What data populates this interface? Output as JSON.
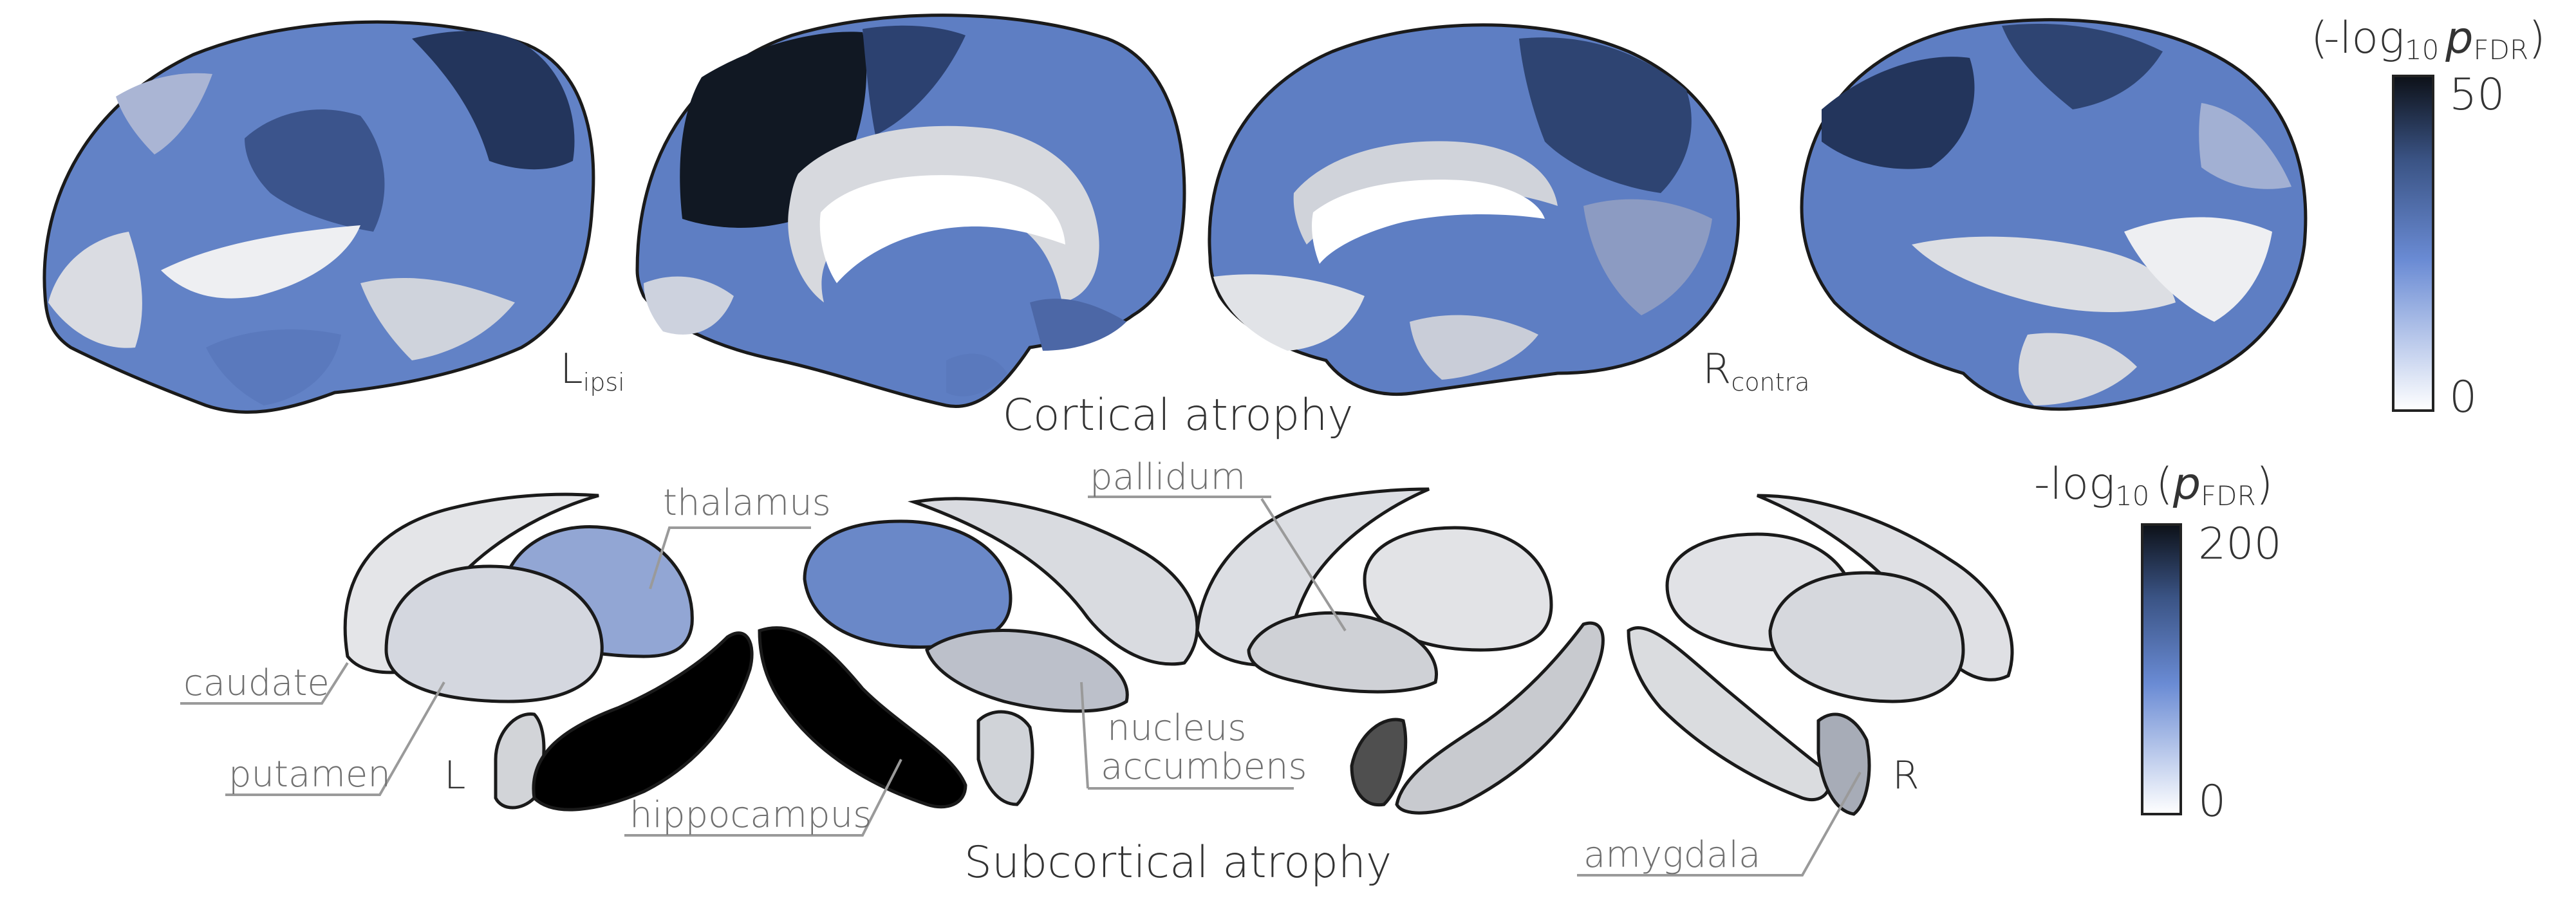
{
  "cortical": {
    "title": "Cortical atrophy",
    "hemi_left": {
      "base": "L",
      "sub": "ipsi"
    },
    "hemi_right": {
      "base": "R",
      "sub": "contra"
    },
    "colorbar": {
      "label_prefix": "-log",
      "label_sub": "10",
      "label_p": "p",
      "label_fdr": "FDR",
      "max": "50",
      "min": "0"
    }
  },
  "subcortical": {
    "title": "Subcortical atrophy",
    "side_left": "L",
    "side_right": "R",
    "labels": {
      "thalamus": "thalamus",
      "caudate": "caudate",
      "putamen": "putamen",
      "hippocampus": "hippocampus",
      "pallidum": "pallidum",
      "nucleus": "nucleus",
      "accumbens": "accumbens",
      "amygdala": "amygdala"
    },
    "colorbar": {
      "label_prefix": "-log",
      "label_sub": "10",
      "label_p": "p",
      "label_fdr": "FDR",
      "max": "200",
      "min": "0"
    }
  },
  "colors": {
    "light": "#e6e7ea",
    "pale_blue": "#a9b8dc",
    "mid_blue": "#5f7fc4",
    "dark_blue": "#2e4472",
    "navy": "#111823",
    "black": "#000000"
  }
}
